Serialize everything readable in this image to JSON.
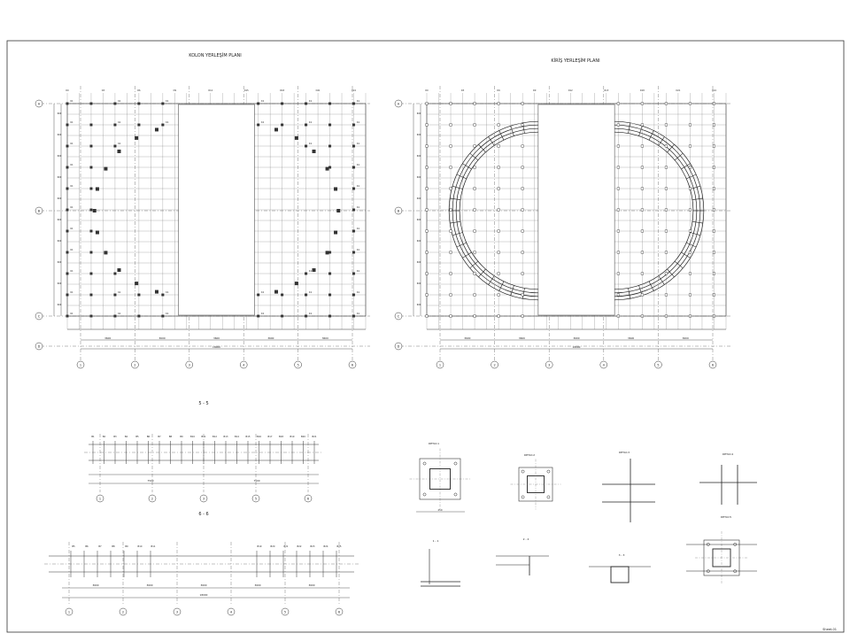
{
  "drawing": {
    "plan_left_title": "KOLON YERLEŞİM PLANI",
    "plan_right_title": "KİRİŞ YERLEŞİM PLANI",
    "section_a_title": "5 - 5",
    "section_b_title": "6 - 6",
    "detail_titles": [
      "DETAY-1",
      "DETAY-2",
      "DETAY-3",
      "DETAY-4",
      "1 - 1",
      "2 - 2",
      "3 - 3",
      "DETAY-5"
    ],
    "axis_letters": [
      "Ⓐ",
      "Ⓑ",
      "Ⓒ",
      "Ⓓ"
    ],
    "axis_numbers": [
      "1",
      "2",
      "3",
      "4",
      "5",
      "6"
    ],
    "dim_total": "18000",
    "dim_bay": "3600",
    "sheet_number": "Sheet-01"
  }
}
